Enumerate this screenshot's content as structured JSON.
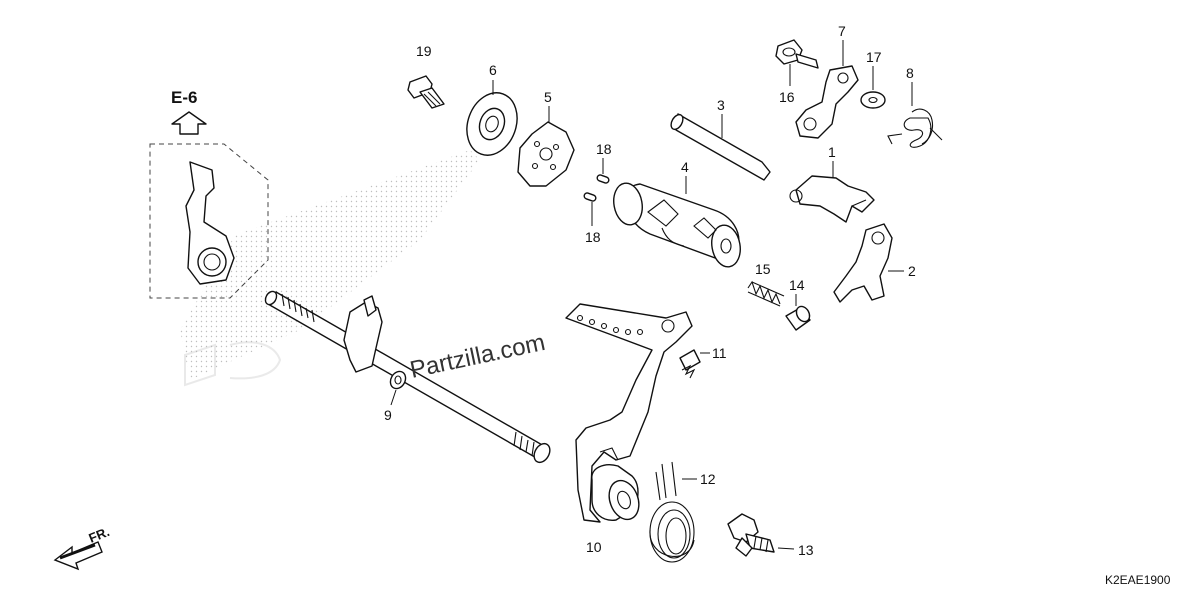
{
  "reference": {
    "label": "E-6"
  },
  "direction": {
    "label": "FR."
  },
  "diagram_code": "K2EAE1900",
  "watermark": "Partzilla.com",
  "callouts": [
    "1",
    "2",
    "3",
    "4",
    "5",
    "6",
    "7",
    "8",
    "9",
    "10",
    "11",
    "12",
    "13",
    "14",
    "15",
    "16",
    "17",
    "18",
    "18",
    "19"
  ]
}
